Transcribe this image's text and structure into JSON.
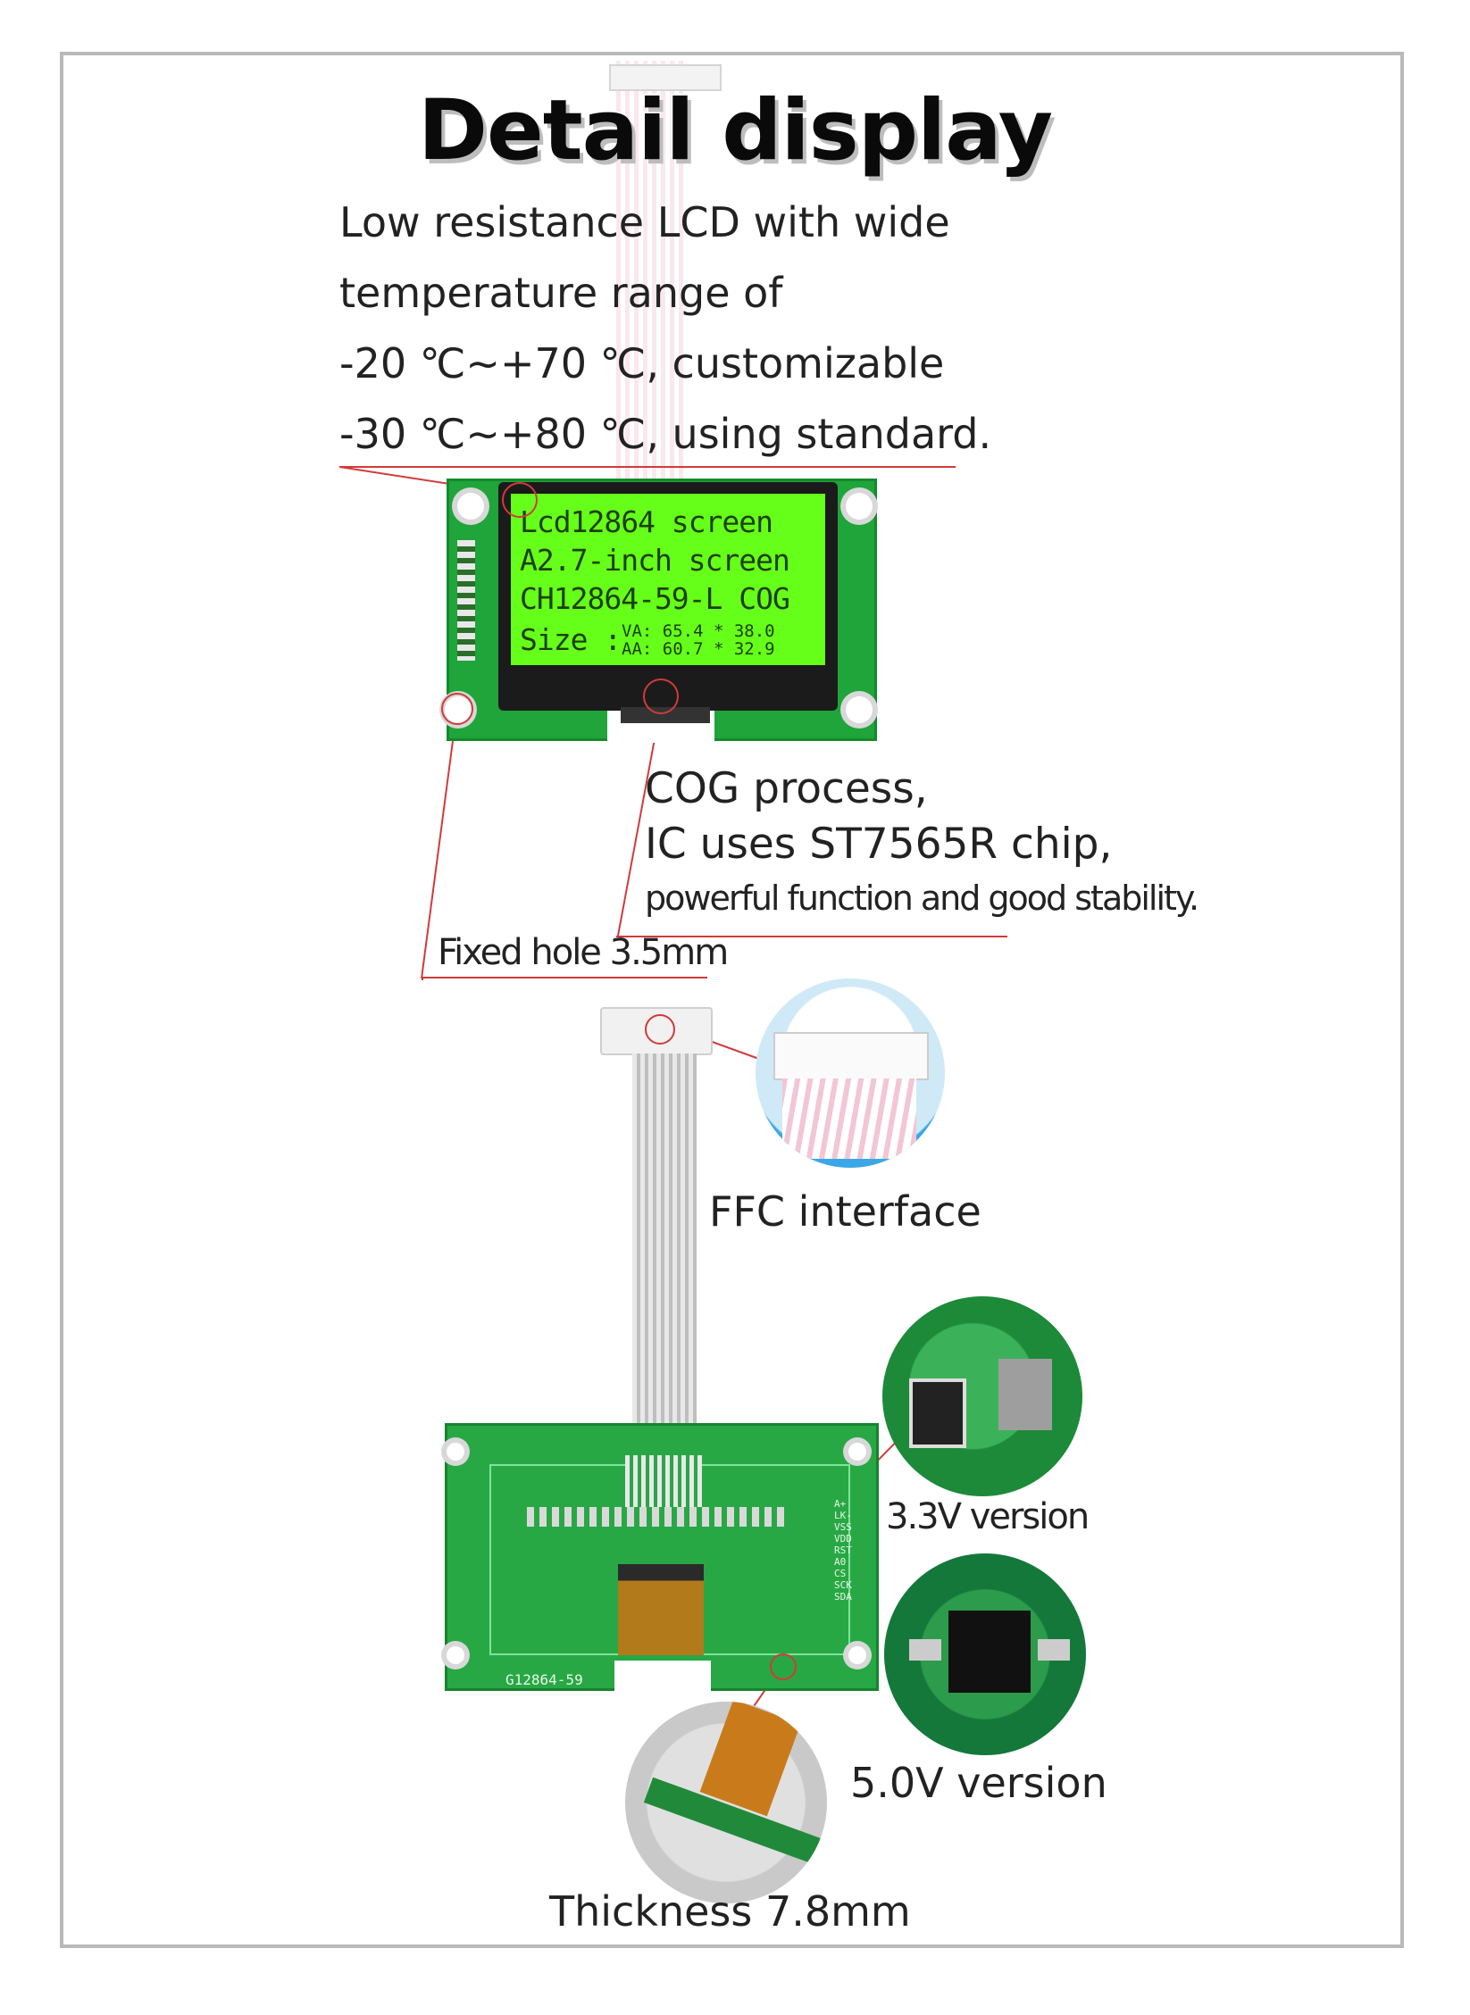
{
  "title": "Detail display",
  "intro_lines": [
    "Low resistance LCD with wide",
    "temperature range of",
    "-20 ℃~+70 ℃, customizable",
    "-30 ℃~+80 ℃, using standard."
  ],
  "lcd_screen": {
    "line1": "Lcd12864 screen",
    "line2": "A2.7-inch screen",
    "line3": "CH12864-59-L COG",
    "size_label": "Size :",
    "va": "VA: 65.4 * 38.0",
    "aa": "AA: 60.7 * 32.9"
  },
  "cog_lines": [
    "COG process,",
    "IC uses ST7565R chip,",
    "powerful function and good stability."
  ],
  "fixed_hole": "Fixed hole 3.5mm",
  "ffc": "FFC interface",
  "v33": "3.3V version",
  "v50": "5.0V version",
  "thickness": "Thickness 7.8mm",
  "pcb_model": "G12864-59",
  "pin_labels": [
    "A+",
    "LK-",
    "VSS",
    "VDD",
    "RST",
    "A0",
    "CS",
    "SCK",
    "SDA"
  ],
  "colors": {
    "lead_line": "#d23a3a",
    "pcb_green": "#1fa53a",
    "lcd_green": "#66ff1a"
  }
}
